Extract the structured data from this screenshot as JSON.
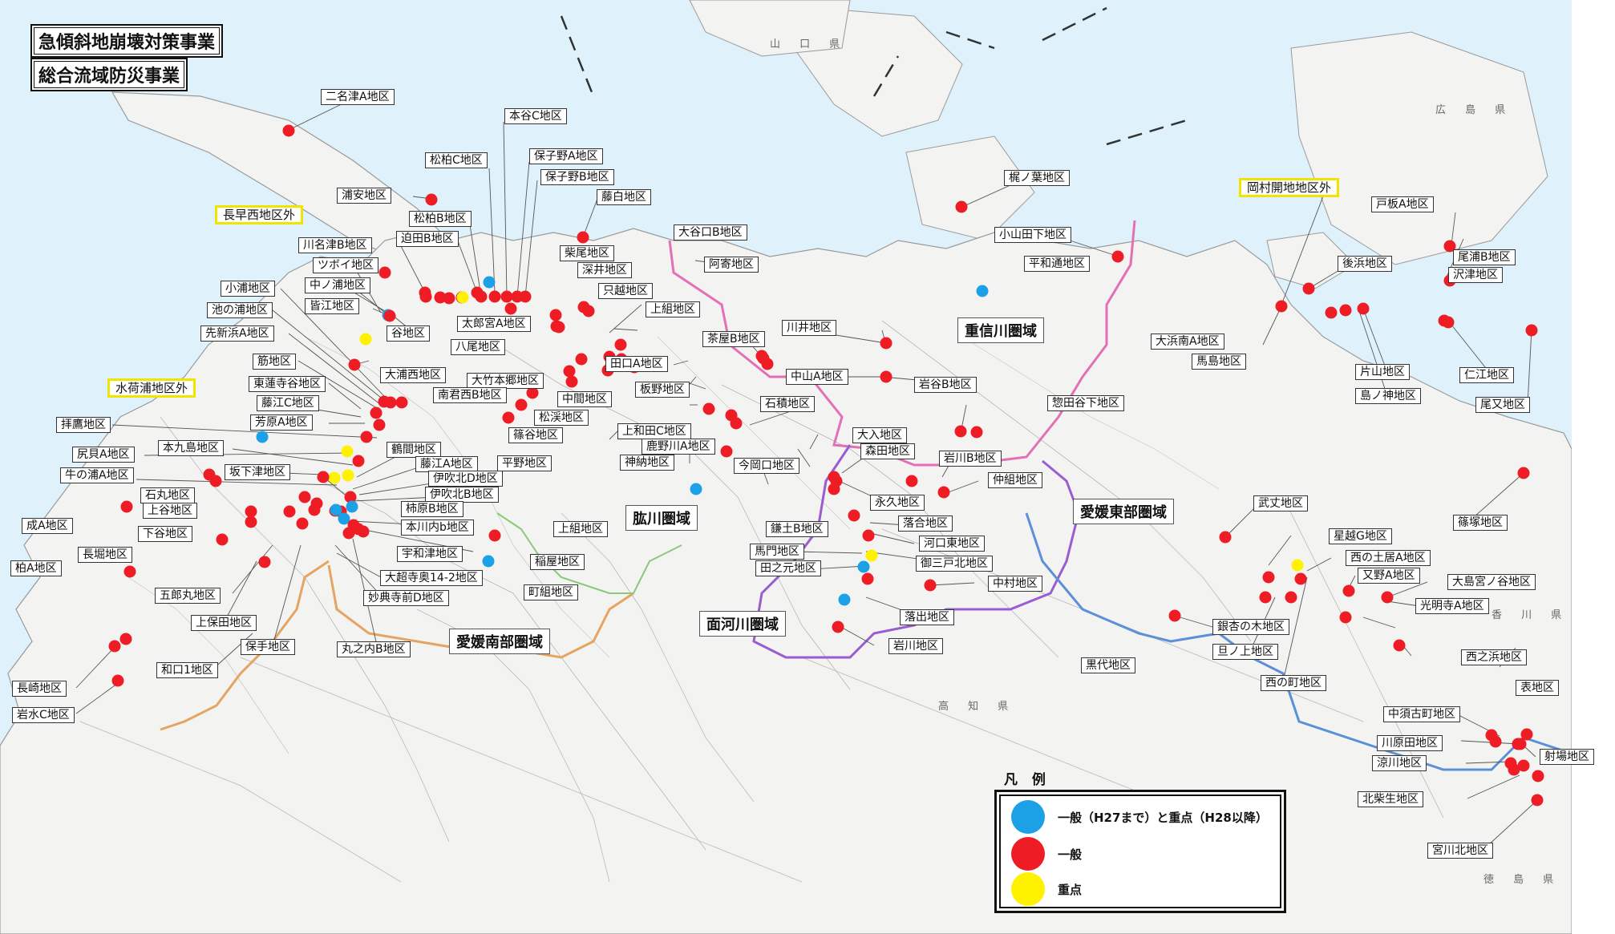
{
  "titles": [
    "急傾斜地崩壊対策事業",
    "総合流域防災事業"
  ],
  "prefectures": [
    "山 口 県",
    "広 島 県",
    "香 川 県",
    "高 知 県",
    "徳 島 県"
  ],
  "areas": [
    "重信川圏域",
    "肱川圏域",
    "愛媛東部圏域",
    "面河川圏域",
    "愛媛南部圏域"
  ],
  "outside_labels": [
    "長早西地区外",
    "水荷浦地区外",
    "岡村開地地区外"
  ],
  "legend": {
    "title": "凡 例",
    "items": [
      {
        "label": "一般（H27まで）と重点（H28以降）",
        "color": "#1da1e6"
      },
      {
        "label": "一般",
        "color": "#ee1c24"
      },
      {
        "label": "重点",
        "color": "#fff200"
      }
    ]
  },
  "site_labels": [
    "二名津A地区",
    "浦安地区",
    "松柏C地区",
    "本谷C地区",
    "保子野A地区",
    "保子野B地区",
    "藤白地区",
    "松柏B地区",
    "迫田B地区",
    "川名津B地区",
    "大谷口B地区",
    "ツボイ地区",
    "柴尾地区",
    "深井地区",
    "阿寄地区",
    "中ノ浦地区",
    "小浦地区",
    "只越地区",
    "池の浦地区",
    "皆江地区",
    "上組地区",
    "先新浜A地区",
    "谷地区",
    "太郎宮A地区",
    "八尾地区",
    "茶屋B地区",
    "川井地区",
    "筋地区",
    "大浦西地区",
    "田口A地区",
    "大竹本郷地区",
    "中山A地区",
    "東蓮寺谷地区",
    "南君西B地区",
    "板野地区",
    "岩谷B地区",
    "藤江C地区",
    "中間地区",
    "石積地区",
    "芳原A地区",
    "松渓地区",
    "上和田C地区",
    "拝鷹地区",
    "篠谷地区",
    "鹿野川A地区",
    "本九島地区",
    "鶴間地区",
    "尻貝A地区",
    "藤江A地区",
    "平野地区",
    "神納地区",
    "牛の浦A地区",
    "坂下津地区",
    "伊吹北D地区",
    "今岡口地区",
    "石丸地区",
    "伊吹北B地区",
    "柿原B地区",
    "上谷地区",
    "本川内b地区",
    "成A地区",
    "下谷地区",
    "上組地区",
    "宇和津地区",
    "長堀地区",
    "稲屋地区",
    "柏A地区",
    "大超寺奥14-2地区",
    "町組地区",
    "五郎丸地区",
    "妙典寺前D地区",
    "上保田地区",
    "保手地区",
    "丸之内B地区",
    "和口1地区",
    "長崎地区",
    "岩水C地区",
    "鎌土B地区",
    "馬門地区",
    "田之元地区",
    "大入地区",
    "森田地区",
    "岩川B地区",
    "仲組地区",
    "永久地区",
    "落合地区",
    "河口東地区",
    "御三戸北地区",
    "中村地区",
    "落出地区",
    "岩川地区",
    "梶ノ葉地区",
    "小山田下地区",
    "平和通地区",
    "惣田谷下地区",
    "大浜南A地区",
    "馬島地区",
    "戸板A地区",
    "尾浦B地区",
    "沢津地区",
    "後浜地区",
    "片山地区",
    "島ノ神地区",
    "仁江地区",
    "尾又地区",
    "武丈地区",
    "篠塚地区",
    "星越G地区",
    "西の土居A地区",
    "又野A地区",
    "大島宮ノ谷地区",
    "光明寺A地区",
    "銀杏の木地区",
    "旦ノ上地区",
    "西の町地区",
    "黒代地区",
    "西之浜地区",
    "表地区",
    "中須古町地区",
    "川原田地区",
    "射場地区",
    "涼川地区",
    "北柴生地区",
    "宮川北地区"
  ]
}
